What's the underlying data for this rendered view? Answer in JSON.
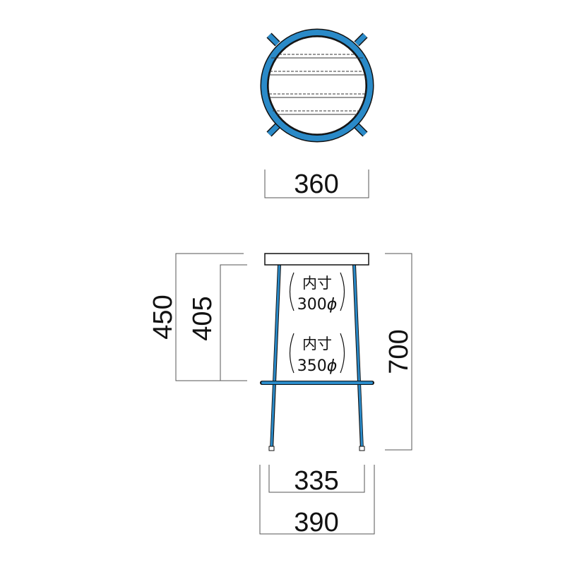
{
  "colors": {
    "frame": "#2a8ac8",
    "outline": "#111111",
    "dimension_line": "#555555",
    "background": "#ffffff"
  },
  "dimensions": {
    "seat_diameter": "360",
    "seat_height": "450",
    "footrest_to_seat": "405",
    "total_height": "700",
    "inner_width": "335",
    "outer_width": "390"
  },
  "notes": {
    "upper": {
      "label": "内寸",
      "value": "300",
      "symbol": "ϕ"
    },
    "lower": {
      "label": "内寸",
      "value": "350",
      "symbol": "ϕ"
    }
  }
}
